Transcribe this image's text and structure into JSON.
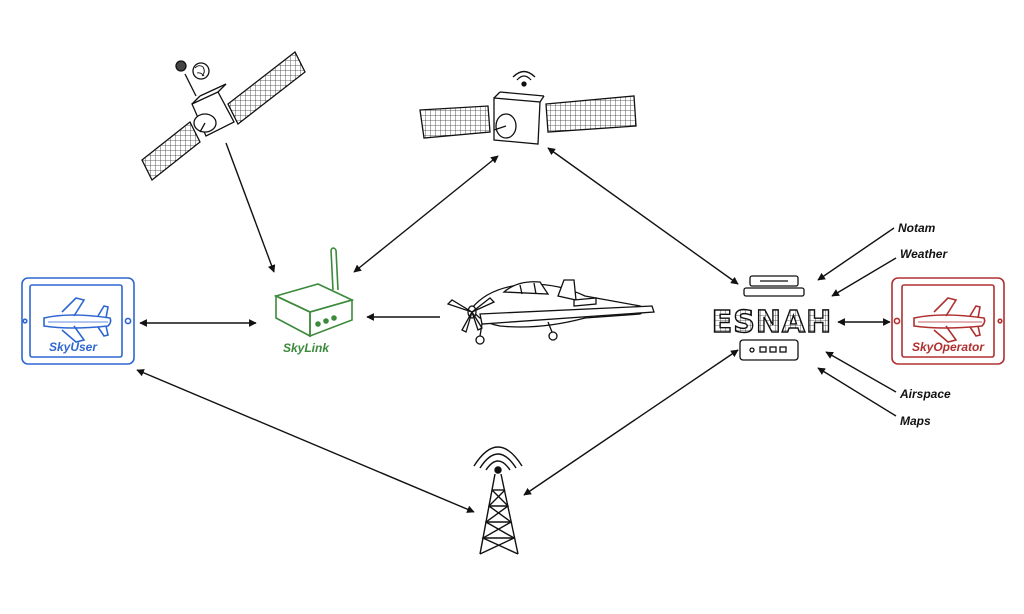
{
  "colors": {
    "skyuser": "#2f67d2",
    "skylink": "#3c8a3c",
    "skyoperator": "#b03030",
    "ink": "#111111"
  },
  "nodes": {
    "skyuser": {
      "label": "SkyUser",
      "icon": "tablet-icon"
    },
    "skylink": {
      "label": "SkyLink",
      "icon": "router-icon"
    },
    "skyoperator": {
      "label": "SkyOperator",
      "icon": "tablet-icon"
    },
    "esnah": {
      "label": "ESNAH",
      "icon": "server-icon"
    },
    "satellite_gps": {
      "icon": "satellite-icon"
    },
    "satellite_comm": {
      "icon": "satellite-icon"
    },
    "aircraft": {
      "icon": "airplane-icon"
    },
    "tower": {
      "icon": "radio-tower-icon"
    }
  },
  "inputs": {
    "notam": "Notam",
    "weather": "Weather",
    "airspace": "Airspace",
    "maps": "Maps"
  }
}
